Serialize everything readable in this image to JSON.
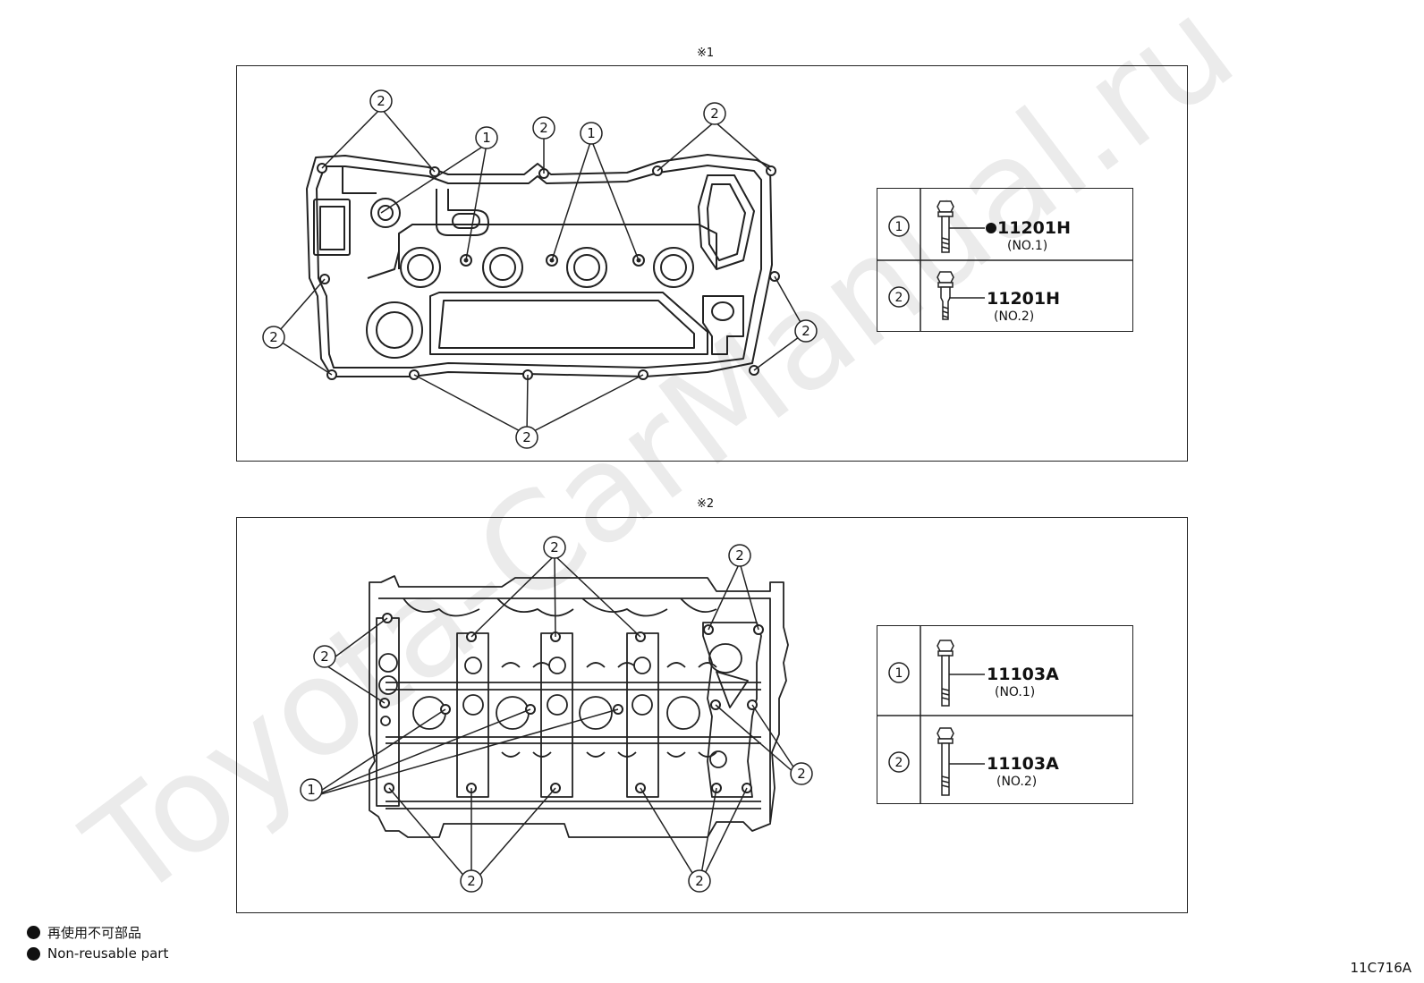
{
  "panel1": {
    "ref_mark": "※1",
    "table": {
      "rows": [
        {
          "num": "1",
          "part": "11201H",
          "note": "(NO.1)",
          "non_reusable": true
        },
        {
          "num": "2",
          "part": "11201H",
          "note": "(NO.2)",
          "non_reusable": false
        }
      ]
    }
  },
  "panel2": {
    "ref_mark": "※2",
    "table": {
      "rows": [
        {
          "num": "1",
          "part": "11103A",
          "note": "(NO.1)"
        },
        {
          "num": "2",
          "part": "11103A",
          "note": "(NO.2)"
        }
      ]
    }
  },
  "callouts": {
    "one": "1",
    "two": "2"
  },
  "legend": {
    "line1": "再使用不可部品",
    "line2": "Non-reusable part"
  },
  "figure_code": "11C716A",
  "watermark": "Toyota-CarManual.ru"
}
